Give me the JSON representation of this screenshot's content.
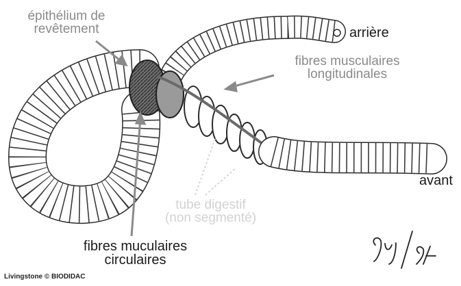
{
  "labels": {
    "epithelium": [
      "épithélium de",
      "revêtement"
    ],
    "longitudinal": [
      "fibres musculaires",
      "longitudinales"
    ],
    "posterior": "arrière",
    "anterior": "avant",
    "digestive_tube": [
      "tube digestif",
      "(non segmenté)"
    ],
    "circular": [
      "fibres muculaires",
      "circulaires"
    ]
  },
  "credit": "Livingstone © BIODIDAC",
  "handwritten_note": "9uy/94",
  "colors": {
    "label_gray": "#8a8a8a",
    "label_dark": "#1a1a1a",
    "label_pale": "#d2d2d2",
    "outline": "#2a2a2a"
  }
}
